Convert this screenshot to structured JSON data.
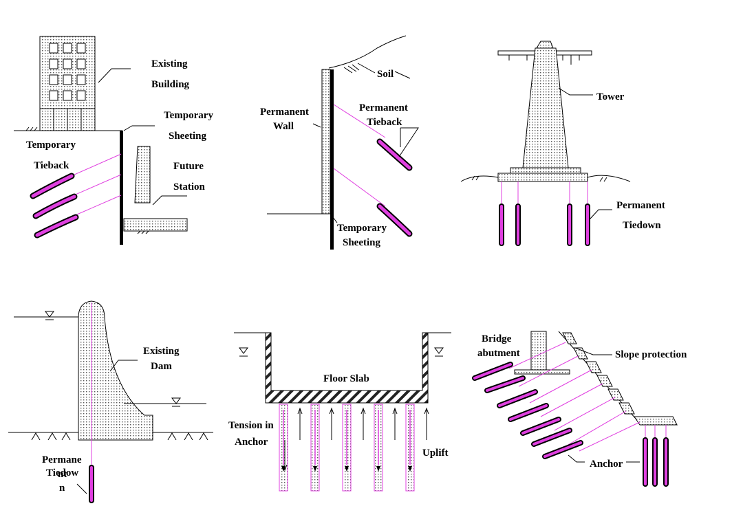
{
  "panels": {
    "building": {
      "existing_building_1": "Existing",
      "existing_building_2": "Building",
      "temp_sheeting_1": "Temporary",
      "temp_sheeting_2": "Sheeting",
      "temp_tieback_1": "Temporary",
      "temp_tieback_2": "Tieback",
      "future_station_1": "Future",
      "future_station_2": "Station"
    },
    "wall": {
      "soil": "Soil",
      "perm_wall_1": "Permanent",
      "perm_wall_2": "Wall",
      "perm_tieback_1": "Permanent",
      "perm_tieback_2": "Tieback",
      "temp_sheeting_1": "Temporary",
      "temp_sheeting_2": "Sheeting"
    },
    "tower": {
      "tower": "Tower",
      "perm_tiedown_1": "Permanent",
      "perm_tiedown_2": "Tiedown"
    },
    "dam": {
      "existing_dam_1": "Existing",
      "existing_dam_2": "Dam",
      "tiedown_1": "Permane",
      "tiedown_2": "Tiedow",
      "tiedown_3": "n",
      "tiedown_overlap": "nt"
    },
    "slab": {
      "floor_slab": "Floor Slab",
      "tension_1": "Tension in",
      "tension_2": "Anchor",
      "uplift": "Uplift"
    },
    "slope": {
      "bridge_1": "Bridge",
      "bridge_2": "abutment",
      "slope_protection": "Slope protection",
      "anchor": "Anchor"
    }
  },
  "colors": {
    "anchor": "#e040e0",
    "line": "#000000",
    "fill": "#e8e8e8"
  }
}
